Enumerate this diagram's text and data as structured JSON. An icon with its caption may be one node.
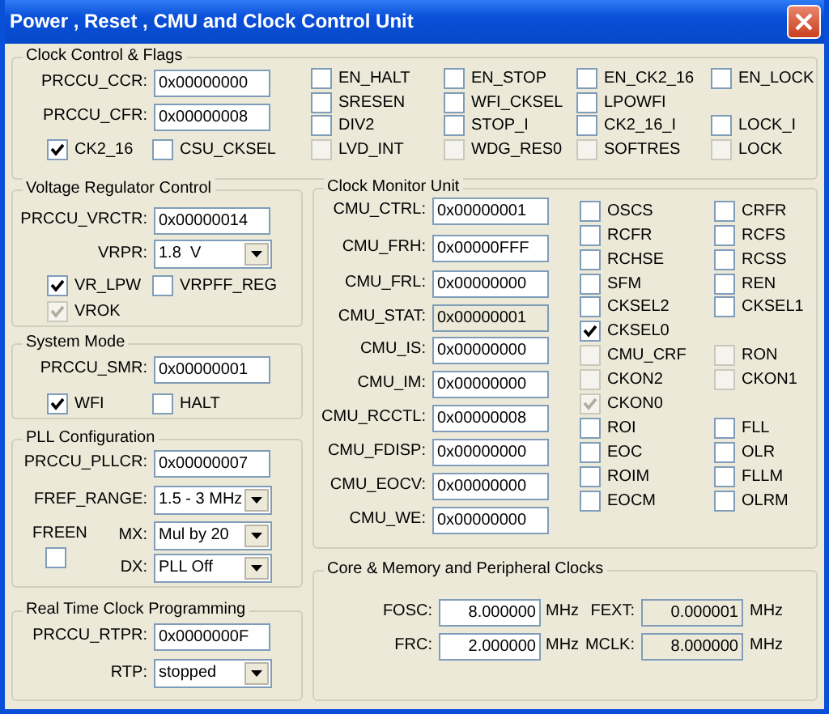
{
  "diagram": {
    "title": "Power , Reset , CMU and Clock Control Unit",
    "nodes": [
      {
        "text": [
          "Clock Control & Flags"
        ]
      },
      {
        "text": [
          "Voltage Regulator Control"
        ]
      },
      {
        "text": [
          "System Mode"
        ]
      },
      {
        "text": [
          "PLL Configuration"
        ]
      },
      {
        "text": [
          "Real Time Clock Programming"
        ]
      },
      {
        "text": [
          "Clock Monitor Unit"
        ]
      },
      {
        "text": [
          "Core & Memory and Peripheral Clocks"
        ]
      }
    ],
    "labels": [
      "PRCCU_CCR:",
      "0x00000000",
      "EN_HALT",
      "EN_STOP",
      "EN_CK2_16",
      "EN_LOCK",
      "SRESEN",
      "WFI_CKSEL",
      "LPOWFI",
      "PRCCU_CFR:",
      "0x00000008",
      "DIV2",
      "STOP_I",
      "CK2_16_I",
      "LOCK_I",
      "CK2_16",
      "CSU_CKSEL",
      "LVD_INT",
      "WDG_RES0",
      "SOFTRES",
      "LOCK",
      "PRCCU_VRCTR:",
      "0x00000014",
      "VRPR:",
      "1.8  V",
      "VR_LPW",
      "VRPFF_REG",
      "VROK",
      "PRCCU_SMR:",
      "0x00000001",
      "WFI",
      "HALT",
      "PRCCU_PLLCR:",
      "0x00000007",
      "FREF_RANGE:",
      "1.5 - 3 MHz",
      "FREEN",
      "MX:",
      "Mul by 20",
      "DX:",
      "PLL Off",
      "PRCCU_RTPR:",
      "0x0000000F",
      "RTP:",
      "stopped",
      "CMU_CTRL:",
      "0x00000001",
      "CMU_FRH:",
      "0x00000FFF",
      "CMU_FRL:",
      "0x00000000",
      "CMU_STAT:",
      "0x00000001",
      "CMU_IS:",
      "0x00000000",
      "CMU_IM:",
      "0x00000000",
      "CMU_RCCTL:",
      "0x00000008",
      "CMU_FDISP:",
      "0x00000000",
      "CMU_EOCV:",
      "0x00000000",
      "CMU_WE:",
      "0x00000000",
      "OSCS",
      "CRFR",
      "RCFR",
      "RCFS",
      "RCHSE",
      "RCSS",
      "SFM",
      "REN",
      "CKSEL2",
      "CKSEL1",
      "CKSEL0",
      "CMU_CRF",
      "RON",
      "CKON2",
      "CKON1",
      "CKON0",
      "ROI",
      "FLL",
      "EOC",
      "OLR",
      "ROIM",
      "FLLM",
      "EOCM",
      "OLRM",
      "FOSC:",
      "8.000000",
      "MHz",
      "FEXT:",
      "0.000001",
      "MHz",
      "FRC:",
      "2.000000",
      "MHz",
      "MCLK:",
      "8.000000",
      "MHz"
    ]
  }
}
